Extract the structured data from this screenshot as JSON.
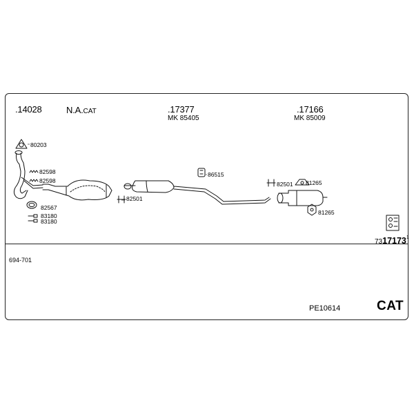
{
  "header_parts": [
    {
      "number": ".14028"
    },
    {
      "label": "N.A.",
      "suffix": "CAT"
    },
    {
      "number": ".17377",
      "mk": "MK  85405"
    },
    {
      "number": ".17166",
      "mk": "MK  85009"
    }
  ],
  "part_labels": {
    "p80203": "80203",
    "p82598a": "82598",
    "p82598b": "82598",
    "p82567": "82567",
    "p83180a": "83180",
    "p83180b": "83180",
    "p82501a": "82501",
    "p86515": "86515",
    "p82501b": "82501",
    "p81265a": "81265",
    "p81265b": "81265"
  },
  "kit": {
    "prefix": "73",
    "number": "17173",
    "suffix": "1"
  },
  "footer": {
    "left_code": "694-701",
    "product_code": "PE10614",
    "cat_label": "CAT"
  }
}
